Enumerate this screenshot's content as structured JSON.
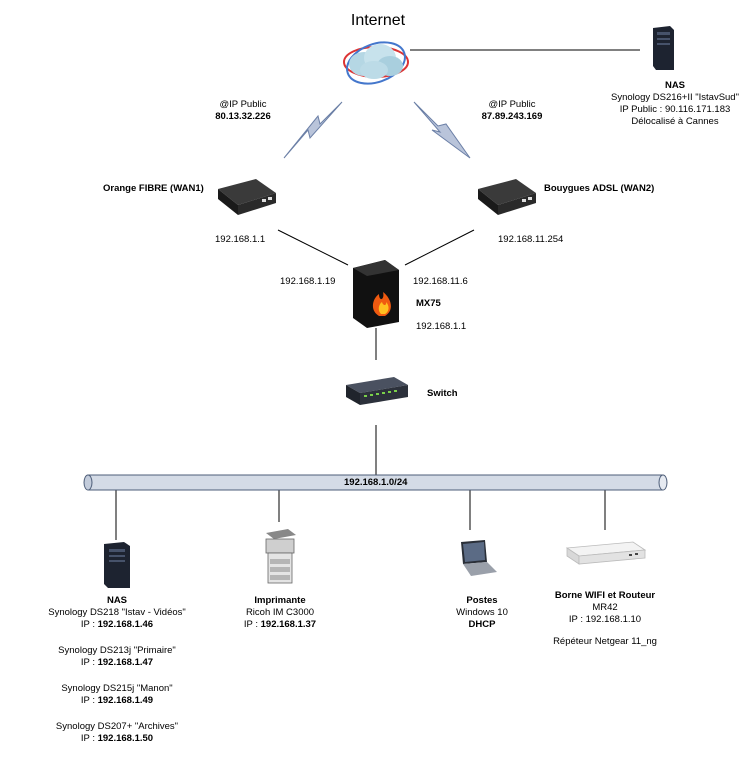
{
  "internet": {
    "label": "Internet"
  },
  "remote_nas": {
    "title": "NAS",
    "model": "Synology DS216+II \"IstavSud\"",
    "ip": "IP Public : 90.116.171.183",
    "location": "Délocalisé à Cannes"
  },
  "wan1": {
    "public_label": "@IP Public",
    "public_ip": "80.13.32.226",
    "name": "Orange FIBRE (WAN1)",
    "lan_ip": "192.168.1.1",
    "mx_side_ip": "192.168.1.19"
  },
  "wan2": {
    "public_label": "@IP Public",
    "public_ip": "87.89.243.169",
    "name": "Bouygues ADSL (WAN2)",
    "lan_ip": "192.168.11.254",
    "mx_side_ip": "192.168.11.6"
  },
  "firewall": {
    "name": "MX75",
    "lan_ip": "192.168.1.1"
  },
  "switch": {
    "name": "Switch"
  },
  "bus": {
    "label": "192.168.1.0/24"
  },
  "local_nas": {
    "title": "NAS",
    "entries": [
      {
        "model": "Synology DS218 \"Istav - Vidéos\"",
        "ip_prefix": "IP : ",
        "ip": "192.168.1.46"
      },
      {
        "model": "Synology DS213j \"Primaire\"",
        "ip_prefix": "IP : ",
        "ip": "192.168.1.47"
      },
      {
        "model": "Synology DS215j \"Manon\"",
        "ip_prefix": "IP : ",
        "ip": "192.168.1.49"
      },
      {
        "model": "Synology DS207+ \"Archives\"",
        "ip_prefix": "IP : ",
        "ip": "192.168.1.50"
      }
    ]
  },
  "printer": {
    "title": "Imprimante",
    "model": "Ricoh IM C3000",
    "ip_prefix": "IP : ",
    "ip": "192.168.1.37"
  },
  "workstations": {
    "title": "Postes",
    "os": "Windows 10",
    "mode": "DHCP"
  },
  "wifi": {
    "title": "Borne WIFI et Routeur",
    "model": "MR42",
    "ip": "IP : 192.168.1.10",
    "repeater": "Répéteur Netgear 11_ng"
  }
}
